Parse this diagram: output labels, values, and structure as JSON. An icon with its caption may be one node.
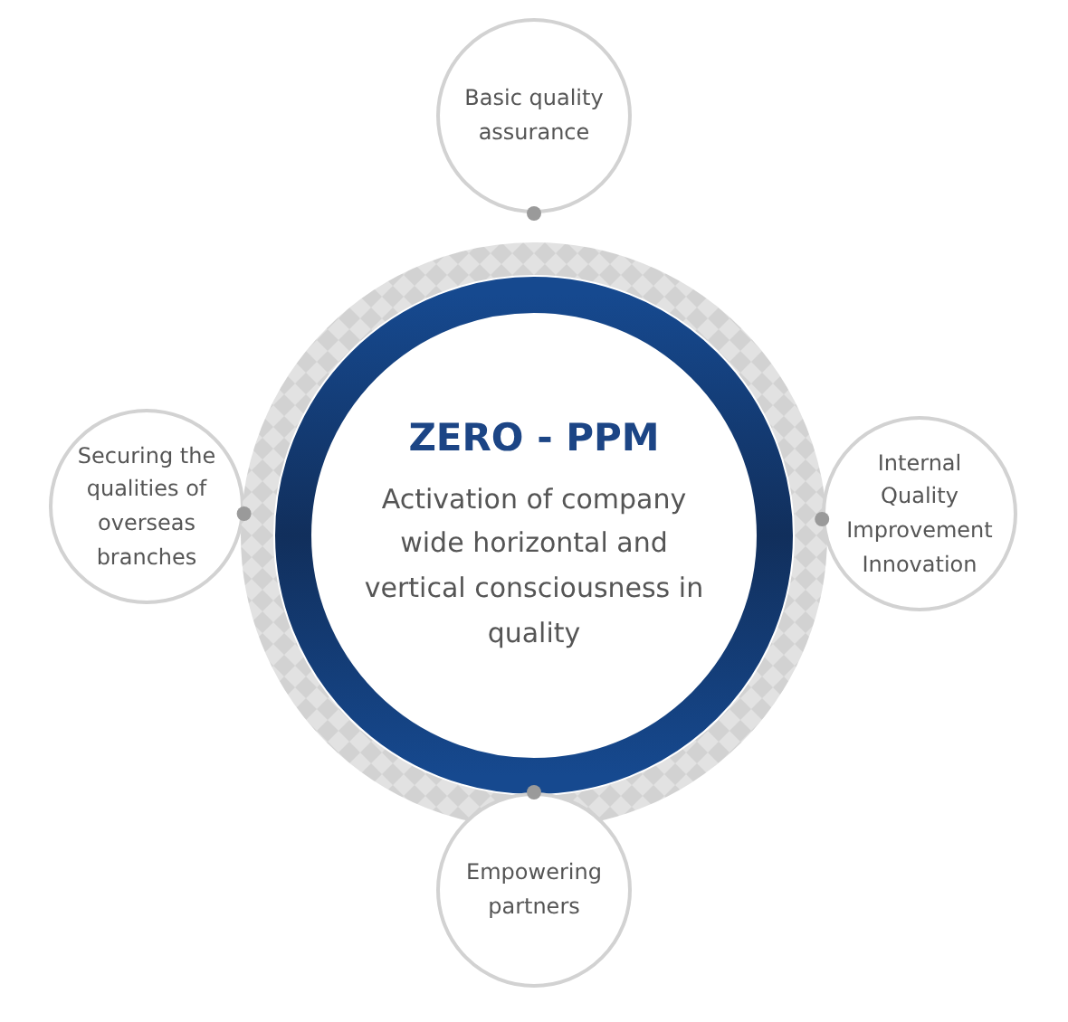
{
  "diagram": {
    "nodes": [
      {
        "text": [
          "Basic quality assurance"
        ]
      },
      {
        "text": [
          "Securing the qualities of overseas branches"
        ]
      },
      {
        "text": [
          "ZERO - PPM",
          "Activation of company wide horizontal and vertical consciousness in quality"
        ]
      },
      {
        "text": [
          "Internal Quality Improvement Innovation"
        ]
      },
      {
        "text": [
          "Empowering partners"
        ]
      }
    ]
  }
}
